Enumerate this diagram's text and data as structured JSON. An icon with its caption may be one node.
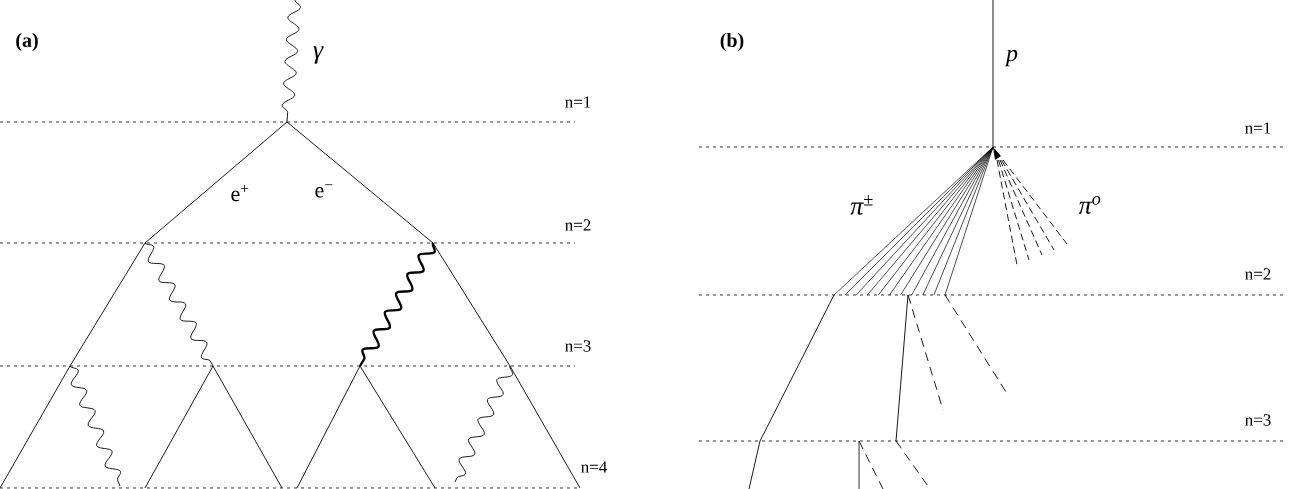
{
  "diagram": {
    "labels": [
      "(a)",
      "γ",
      "n=1",
      "e$^{+}$",
      "e$^{−}$",
      "n=2",
      "n=3",
      "n=4",
      "(b)",
      "p",
      "n=1",
      "π$^{±}$",
      "π$^{o}$",
      "n=2",
      "n=3"
    ]
  }
}
